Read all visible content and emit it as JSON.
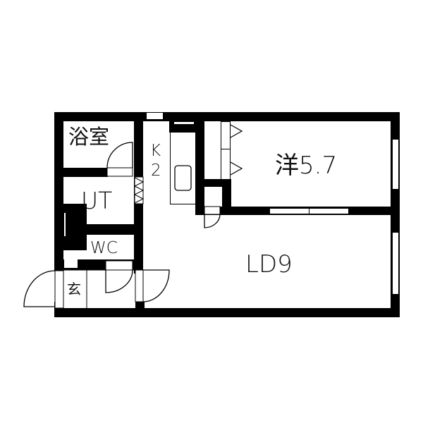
{
  "floorplan": {
    "rooms": [
      {
        "id": "bathroom",
        "label": "浴室"
      },
      {
        "id": "utility",
        "label": "UT"
      },
      {
        "id": "toilet",
        "label": "WC"
      },
      {
        "id": "entrance",
        "label": "玄"
      },
      {
        "id": "kitchen",
        "label_line1": "K",
        "label_line2": "2"
      },
      {
        "id": "western-room",
        "label": "洋5.7"
      },
      {
        "id": "living-dining",
        "label": "LD9"
      }
    ]
  },
  "colors": {
    "wall": "#000000",
    "background": "#ffffff",
    "text": "#111111"
  }
}
